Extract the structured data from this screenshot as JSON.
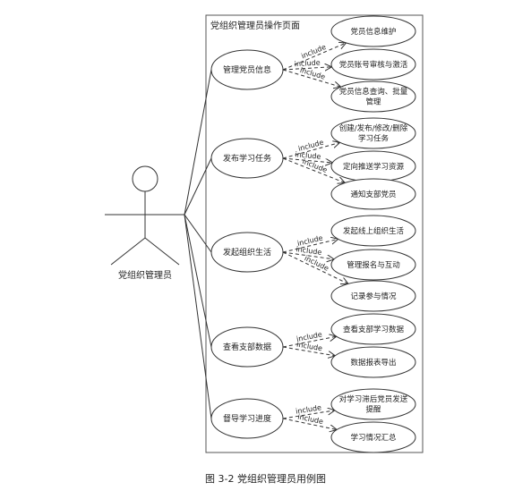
{
  "system_title": "党组织管理员操作页面",
  "actor_label": "党组织管理员",
  "relation_label": "include",
  "caption": "图 3-2 党组织管理员用例图",
  "use_cases": [
    {
      "label": [
        "管理党员信息"
      ],
      "includes": [
        {
          "label": [
            "党员信息维护"
          ]
        },
        {
          "label": [
            "党员账号审核与激活"
          ]
        },
        {
          "label": [
            "党员信息查询、批量",
            "管理"
          ]
        }
      ]
    },
    {
      "label": [
        "发布学习任务"
      ],
      "includes": [
        {
          "label": [
            "创建/发布/修改/删除",
            "学习任务"
          ]
        },
        {
          "label": [
            "定向推送学习资源"
          ]
        },
        {
          "label": [
            "通知支部党员"
          ]
        }
      ]
    },
    {
      "label": [
        "发起组织生活"
      ],
      "includes": [
        {
          "label": [
            "发起线上组织生活"
          ]
        },
        {
          "label": [
            "管理报名与互动"
          ]
        },
        {
          "label": [
            "记录参与情况"
          ]
        }
      ]
    },
    {
      "label": [
        "查看支部数据"
      ],
      "includes": [
        {
          "label": [
            "查看支部学习数据"
          ]
        },
        {
          "label": [
            "数据报表导出"
          ]
        }
      ]
    },
    {
      "label": [
        "督导学习进度"
      ],
      "includes": [
        {
          "label": [
            "对学习滞后党员发送",
            "提醒"
          ]
        },
        {
          "label": [
            "学习情况汇总"
          ]
        }
      ]
    }
  ]
}
